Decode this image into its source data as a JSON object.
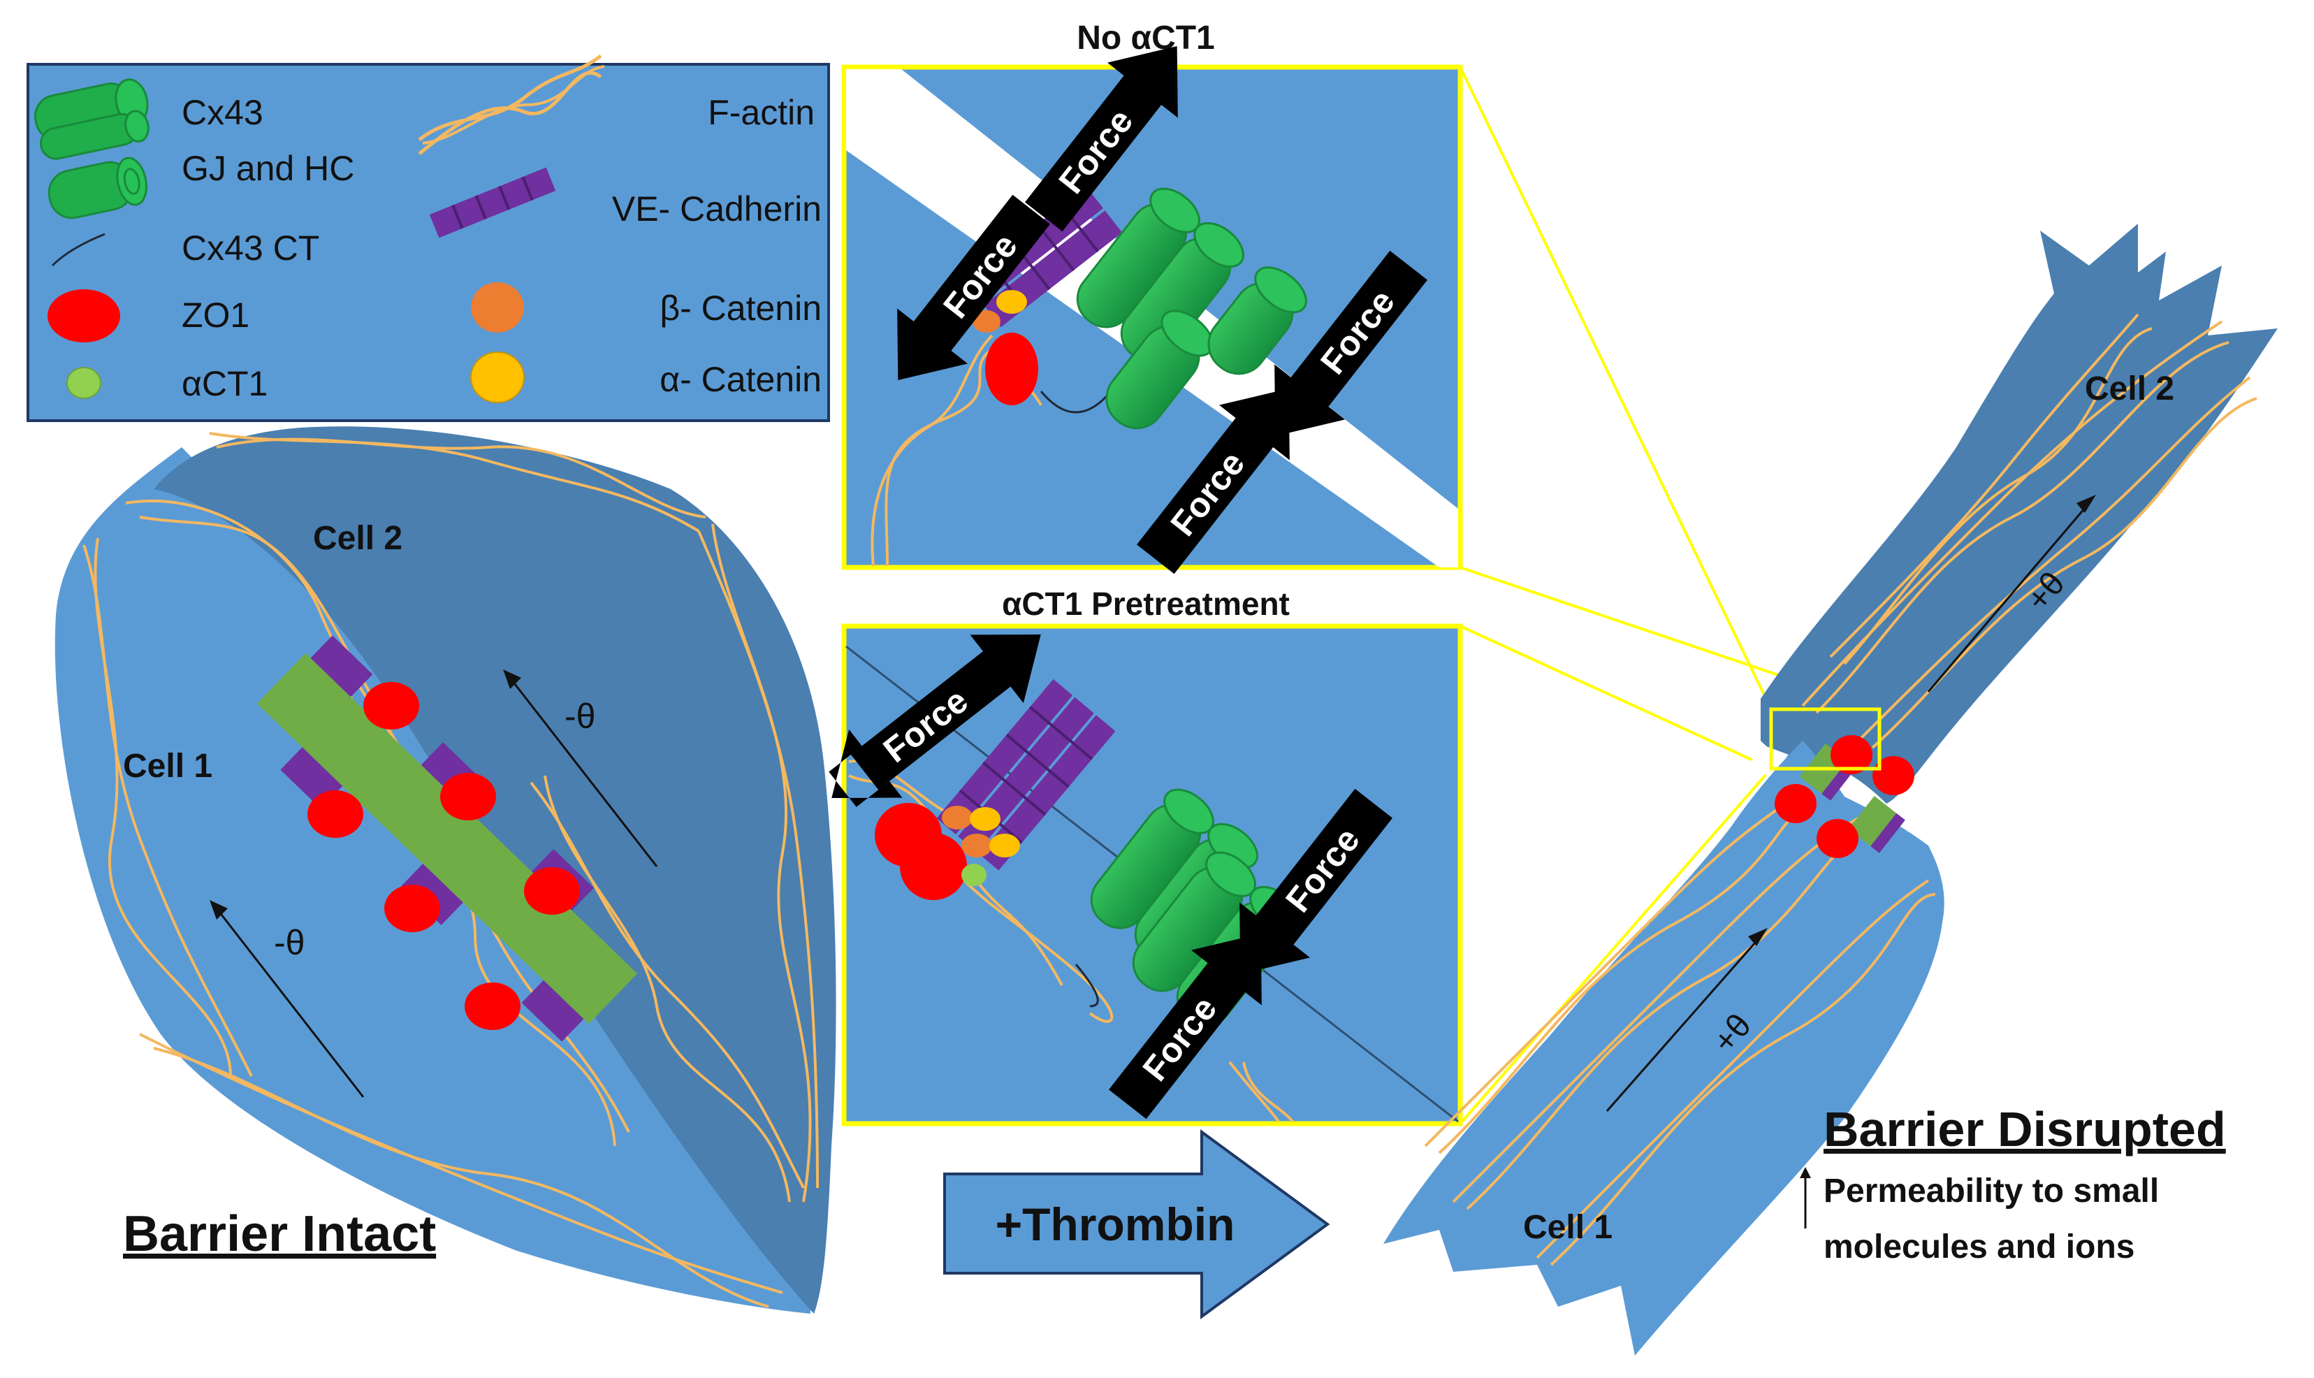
{
  "legend": {
    "cx43": "Cx43",
    "gj_hc": "GJ and HC",
    "cx43_ct": "Cx43 CT",
    "zo1": "ZO1",
    "act1": "αCT1",
    "factin": "F-actin",
    "ve_cadherin": "VE- Cadherin",
    "beta_catenin": "β- Catenin",
    "alpha_catenin": "α- Catenin"
  },
  "left_panel": {
    "cell1": "Cell 1",
    "cell2": "Cell 2",
    "theta1": "-θ",
    "theta2": "-θ",
    "caption": "Barrier Intact"
  },
  "top_inset": {
    "title": "No αCT1",
    "force": "Force"
  },
  "bottom_inset": {
    "title": "αCT1 Pretreatment",
    "force": "Force"
  },
  "thrombin": "+Thrombin",
  "right_panel": {
    "cell1": "Cell 1",
    "cell2": "Cell 2",
    "theta1": "+θ",
    "theta2": "+θ",
    "caption": "Barrier Disrupted",
    "note_line1": "Permeability to small",
    "note_line2": "molecules and ions"
  },
  "colors": {
    "bg_blue": "#5b9bd5",
    "dark_blue": "#4a7fb0",
    "yellow": "#ffff00",
    "actin": "#f4b860",
    "green": "#21a54a",
    "green_dark": "#198a3c",
    "red": "#ff0000",
    "purple": "#7030a0",
    "orange": "#ed7d31",
    "gold": "#ffc000",
    "light_green": "#92d050",
    "junction_green": "#70ad47"
  }
}
